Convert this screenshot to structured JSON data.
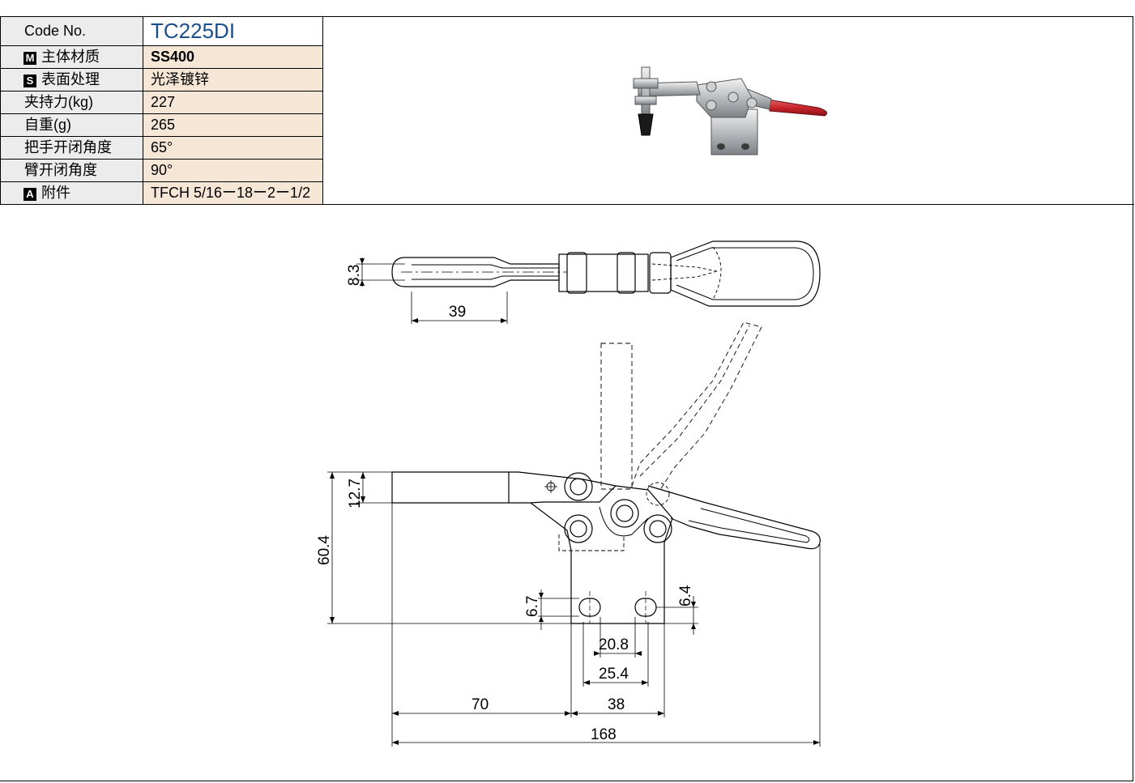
{
  "spec_table": {
    "code_label": "Code No.",
    "code_value": "TC225DI",
    "rows": [
      {
        "badge": "M",
        "label": "主体材质",
        "value": "SS400"
      },
      {
        "badge": "S",
        "label": "表面处理",
        "value": "光泽镀锌"
      },
      {
        "badge": "",
        "label": "夹持力(kg)",
        "value": "227"
      },
      {
        "badge": "",
        "label": "自重(g)",
        "value": "265"
      },
      {
        "badge": "",
        "label": "把手开闭角度",
        "value": "65°"
      },
      {
        "badge": "",
        "label": "臂开闭角度",
        "value": "90°"
      },
      {
        "badge": "A",
        "label": "附件",
        "value": "TFCH 5/16ー18ー2ー1/2"
      }
    ]
  },
  "drawing": {
    "dimensions": {
      "d_8_3": "8.3",
      "d_39": "39",
      "d_12_7": "12.7",
      "d_60_4": "60.4",
      "d_6_7": "6.7",
      "d_6_4": "6.4",
      "d_20_8": "20.8",
      "d_25_4": "25.4",
      "d_70": "70",
      "d_38": "38",
      "d_168": "168"
    }
  },
  "colors": {
    "label_bg": "#ececec",
    "value_bg": "#f5e6d6",
    "code_blue": "#1b4f8a",
    "handle_red": "#c8242b"
  }
}
